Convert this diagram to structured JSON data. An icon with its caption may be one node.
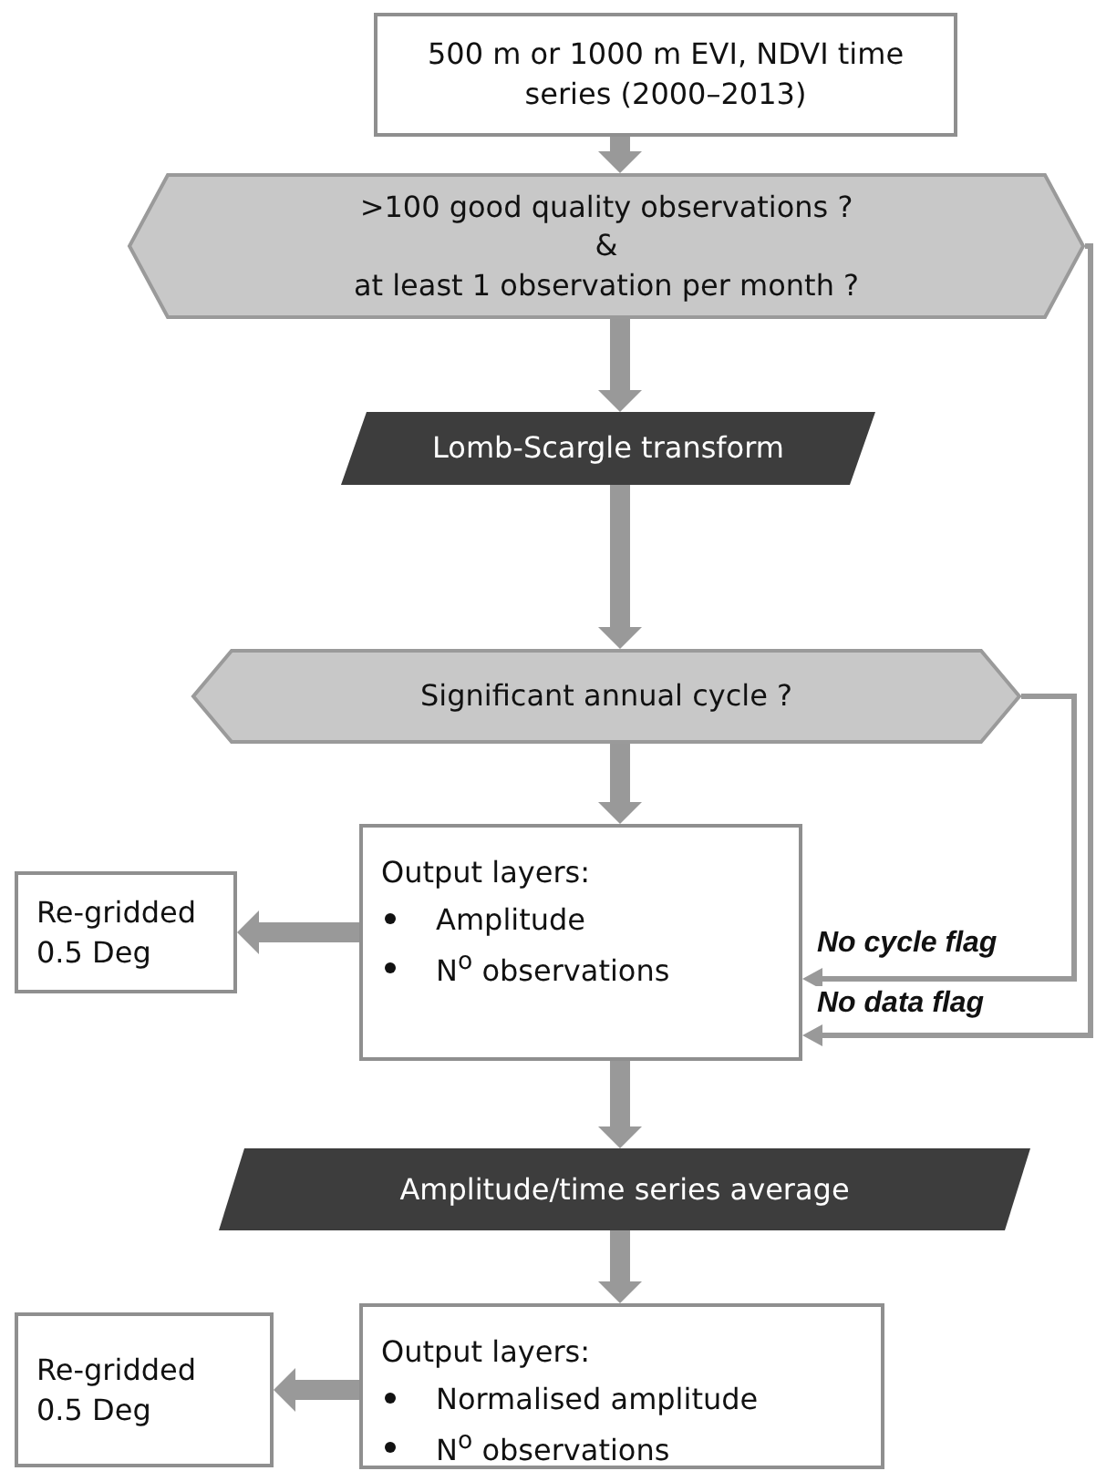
{
  "diagram": {
    "nodes": [
      {
        "text": [
          "500 m or 1000 m EVI, NDVI time series (2000–2013)"
        ]
      },
      {
        "text": [
          ">100 good quality observations ?",
          "&",
          "at least 1 observation per month ?"
        ]
      },
      {
        "text": [
          "Lomb-Scargle transform"
        ]
      },
      {
        "text": [
          "Significant annual cycle ?"
        ]
      },
      {
        "text": [
          "Output layers:",
          "Amplitude",
          "N$^{o}$ observations"
        ]
      },
      {
        "text": [
          "Re-gridded 0.5 Deg"
        ]
      },
      {
        "text": [
          "Amplitude/time series average"
        ]
      },
      {
        "text": [
          "Output layers:",
          "Normalised amplitude",
          "N$^{o}$ observations"
        ]
      },
      {
        "text": [
          "Re-gridded 0.5 Deg"
        ]
      }
    ],
    "edges": [
      {
        "from": 0,
        "to": 1,
        "arrow": "to"
      },
      {
        "from": 1,
        "to": 2,
        "arrow": "to"
      },
      {
        "from": 2,
        "to": 3,
        "arrow": "to"
      },
      {
        "from": 3,
        "to": 4,
        "arrow": "to"
      },
      {
        "from": 4,
        "to": 5,
        "arrow": "to"
      },
      {
        "from": 4,
        "to": 6,
        "arrow": "to"
      },
      {
        "from": 6,
        "to": 7,
        "arrow": "to"
      },
      {
        "from": 7,
        "to": 8,
        "arrow": "to"
      },
      {
        "from": 3,
        "to": 4,
        "arrow": "to",
        "label": "No cycle flag"
      },
      {
        "from": 1,
        "to": 4,
        "arrow": "to",
        "label": "No data flag"
      }
    ]
  }
}
